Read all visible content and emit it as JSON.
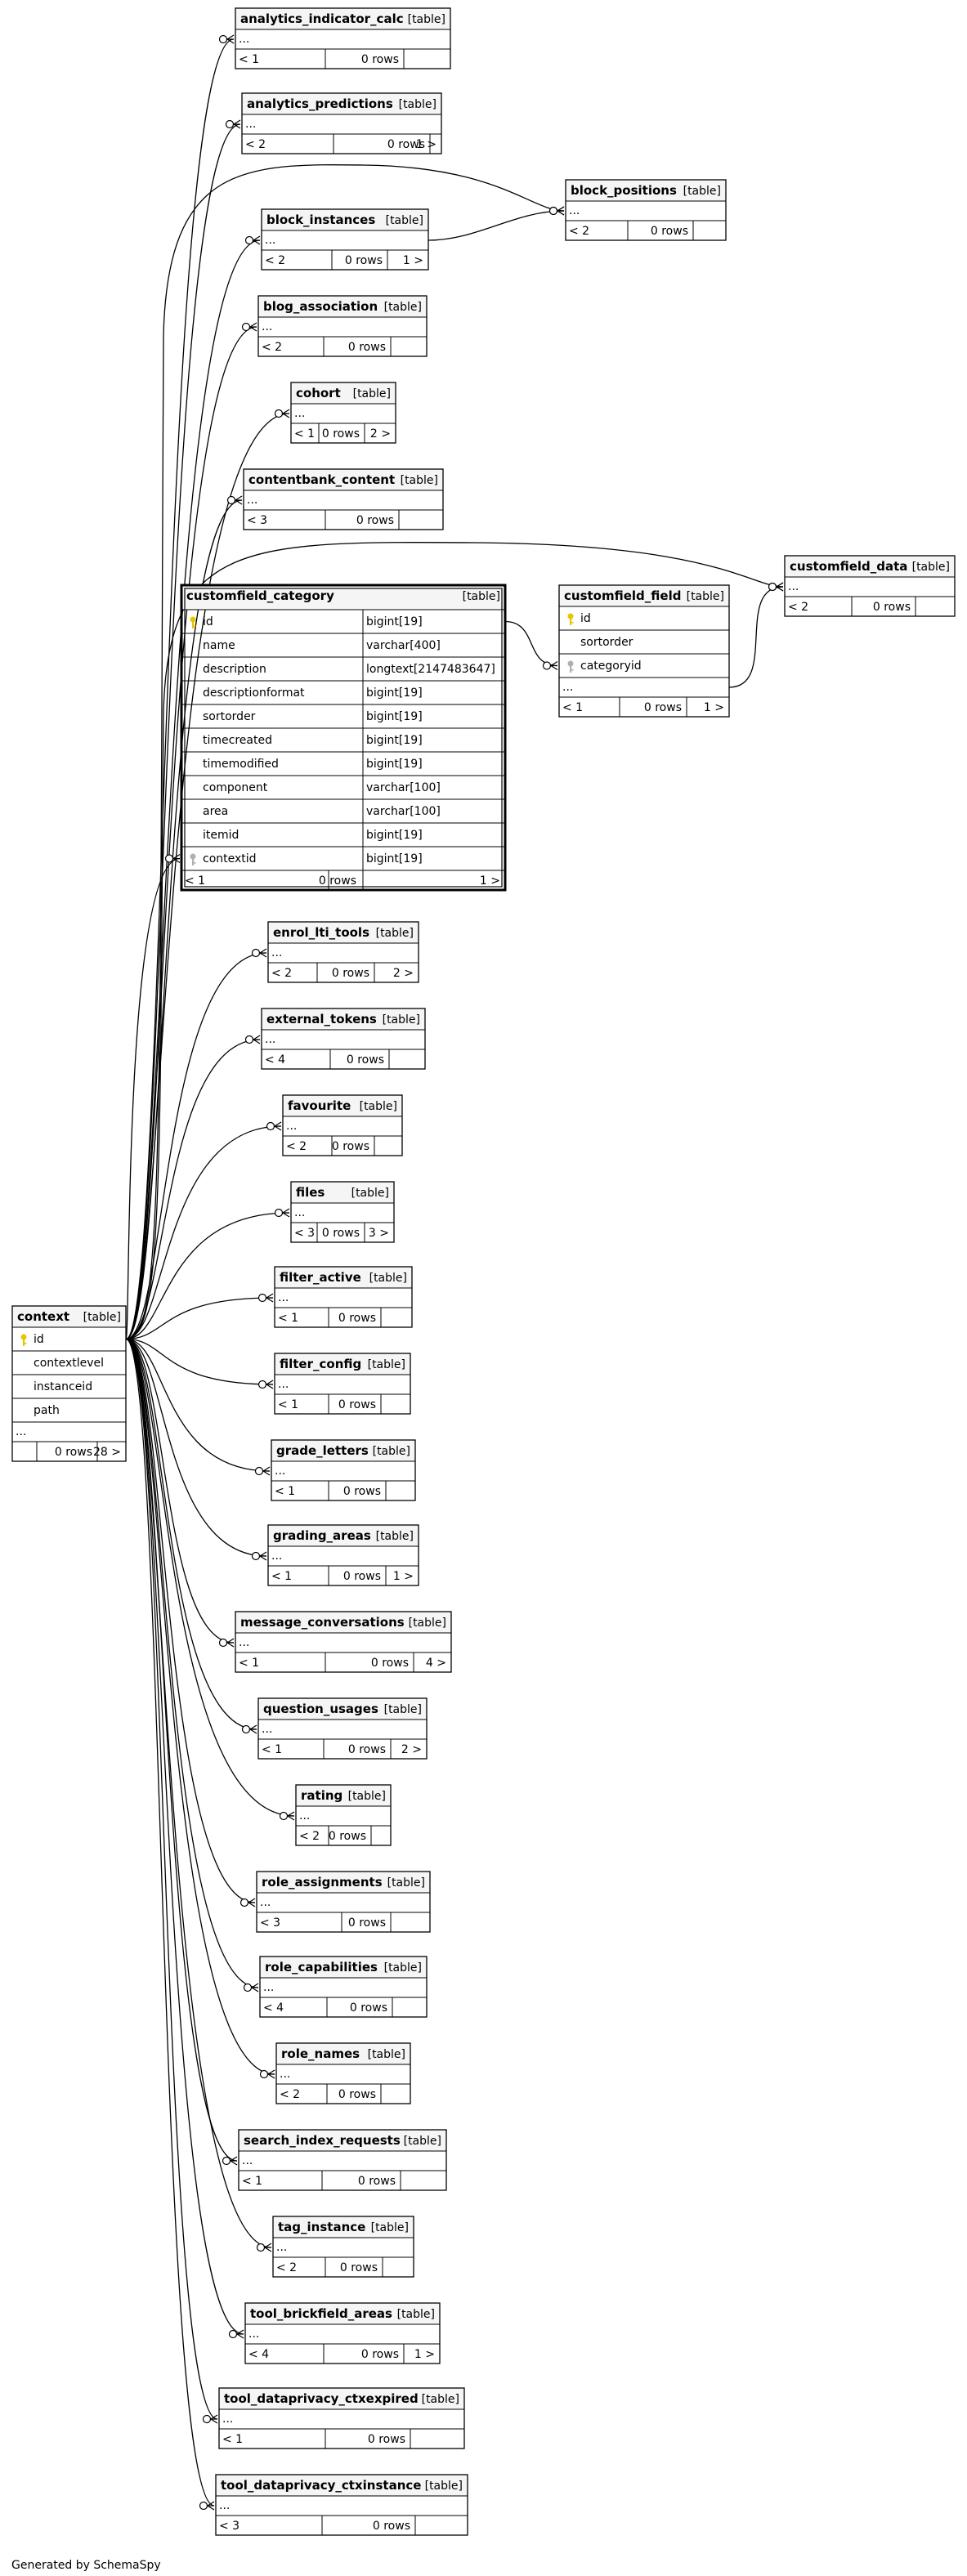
{
  "tables": [
    {
      "id": "context",
      "name": "context",
      "type": "[table]",
      "columns": [
        {
          "name": "id",
          "key": "pk"
        },
        {
          "name": "contextlevel"
        },
        {
          "name": "instanceid"
        },
        {
          "name": "path"
        }
      ],
      "more": "...",
      "footer": [
        "",
        "0 rows",
        "28 >"
      ]
    },
    {
      "id": "analytics_indicator_calc",
      "name": "analytics_indicator_calc",
      "type": "[table]",
      "more": "...",
      "footer": [
        "< 1",
        "0 rows",
        ""
      ]
    },
    {
      "id": "analytics_predictions",
      "name": "analytics_predictions",
      "type": "[table]",
      "more": "...",
      "footer": [
        "< 2",
        "0 rows",
        "1 >"
      ]
    },
    {
      "id": "block_positions",
      "name": "block_positions",
      "type": "[table]",
      "more": "...",
      "footer": [
        "< 2",
        "0 rows",
        ""
      ]
    },
    {
      "id": "block_instances",
      "name": "block_instances",
      "type": "[table]",
      "more": "...",
      "footer": [
        "< 2",
        "0 rows",
        "1 >"
      ]
    },
    {
      "id": "blog_association",
      "name": "blog_association",
      "type": "[table]",
      "more": "...",
      "footer": [
        "< 2",
        "0 rows",
        ""
      ]
    },
    {
      "id": "cohort",
      "name": "cohort",
      "type": "[table]",
      "more": "...",
      "footer": [
        "< 1",
        "0 rows",
        "2 >"
      ]
    },
    {
      "id": "contentbank_content",
      "name": "contentbank_content",
      "type": "[table]",
      "more": "...",
      "footer": [
        "< 3",
        "0 rows",
        ""
      ]
    },
    {
      "id": "customfield_data",
      "name": "customfield_data",
      "type": "[table]",
      "more": "...",
      "footer": [
        "< 2",
        "0 rows",
        ""
      ]
    },
    {
      "id": "customfield_field",
      "name": "customfield_field",
      "type": "[table]",
      "columns": [
        {
          "name": "id",
          "key": "pk"
        },
        {
          "name": "sortorder"
        },
        {
          "name": "categoryid",
          "key": "fk"
        }
      ],
      "more": "...",
      "footer": [
        "< 1",
        "0 rows",
        "1 >"
      ]
    },
    {
      "id": "customfield_category",
      "name": "customfield_category",
      "type": "[table]",
      "columns": [
        {
          "name": "id",
          "dtype": "bigint[19]",
          "key": "pk"
        },
        {
          "name": "name",
          "dtype": "varchar[400]"
        },
        {
          "name": "description",
          "dtype": "longtext[2147483647]"
        },
        {
          "name": "descriptionformat",
          "dtype": "bigint[19]"
        },
        {
          "name": "sortorder",
          "dtype": "bigint[19]"
        },
        {
          "name": "timecreated",
          "dtype": "bigint[19]"
        },
        {
          "name": "timemodified",
          "dtype": "bigint[19]"
        },
        {
          "name": "component",
          "dtype": "varchar[100]"
        },
        {
          "name": "area",
          "dtype": "varchar[100]"
        },
        {
          "name": "itemid",
          "dtype": "bigint[19]"
        },
        {
          "name": "contextid",
          "dtype": "bigint[19]",
          "key": "fk"
        }
      ],
      "footer": [
        "< 1",
        "0 rows",
        "1 >"
      ]
    },
    {
      "id": "enrol_lti_tools",
      "name": "enrol_lti_tools",
      "type": "[table]",
      "more": "...",
      "footer": [
        "< 2",
        "0 rows",
        "2 >"
      ]
    },
    {
      "id": "external_tokens",
      "name": "external_tokens",
      "type": "[table]",
      "more": "...",
      "footer": [
        "< 4",
        "0 rows",
        ""
      ]
    },
    {
      "id": "favourite",
      "name": "favourite",
      "type": "[table]",
      "more": "...",
      "footer": [
        "< 2",
        "0 rows",
        ""
      ]
    },
    {
      "id": "files",
      "name": "files",
      "type": "[table]",
      "more": "...",
      "footer": [
        "< 3",
        "0 rows",
        "3 >"
      ]
    },
    {
      "id": "filter_active",
      "name": "filter_active",
      "type": "[table]",
      "more": "...",
      "footer": [
        "< 1",
        "0 rows",
        ""
      ]
    },
    {
      "id": "filter_config",
      "name": "filter_config",
      "type": "[table]",
      "more": "...",
      "footer": [
        "< 1",
        "0 rows",
        ""
      ]
    },
    {
      "id": "grade_letters",
      "name": "grade_letters",
      "type": "[table]",
      "more": "...",
      "footer": [
        "< 1",
        "0 rows",
        ""
      ]
    },
    {
      "id": "grading_areas",
      "name": "grading_areas",
      "type": "[table]",
      "more": "...",
      "footer": [
        "< 1",
        "0 rows",
        "1 >"
      ]
    },
    {
      "id": "message_conversations",
      "name": "message_conversations",
      "type": "[table]",
      "more": "...",
      "footer": [
        "< 1",
        "0 rows",
        "4 >"
      ]
    },
    {
      "id": "question_usages",
      "name": "question_usages",
      "type": "[table]",
      "more": "...",
      "footer": [
        "< 1",
        "0 rows",
        "2 >"
      ]
    },
    {
      "id": "rating",
      "name": "rating",
      "type": "[table]",
      "more": "...",
      "footer": [
        "< 2",
        "0 rows",
        ""
      ]
    },
    {
      "id": "role_assignments",
      "name": "role_assignments",
      "type": "[table]",
      "more": "...",
      "footer": [
        "< 3",
        "0 rows",
        ""
      ]
    },
    {
      "id": "role_capabilities",
      "name": "role_capabilities",
      "type": "[table]",
      "more": "...",
      "footer": [
        "< 4",
        "0 rows",
        ""
      ]
    },
    {
      "id": "role_names",
      "name": "role_names",
      "type": "[table]",
      "more": "...",
      "footer": [
        "< 2",
        "0 rows",
        ""
      ]
    },
    {
      "id": "search_index_requests",
      "name": "search_index_requests",
      "type": "[table]",
      "more": "...",
      "footer": [
        "< 1",
        "0 rows",
        ""
      ]
    },
    {
      "id": "tag_instance",
      "name": "tag_instance",
      "type": "[table]",
      "more": "...",
      "footer": [
        "< 2",
        "0 rows",
        ""
      ]
    },
    {
      "id": "tool_brickfield_areas",
      "name": "tool_brickfield_areas",
      "type": "[table]",
      "more": "...",
      "footer": [
        "< 4",
        "0 rows",
        "1 >"
      ]
    },
    {
      "id": "tool_dataprivacy_ctxexpired",
      "name": "tool_dataprivacy_ctxexpired",
      "type": "[table]",
      "more": "...",
      "footer": [
        "< 1",
        "0 rows",
        ""
      ]
    },
    {
      "id": "tool_dataprivacy_ctxinstance",
      "name": "tool_dataprivacy_ctxinstance",
      "type": "[table]",
      "more": "...",
      "footer": [
        "< 3",
        "0 rows",
        ""
      ]
    }
  ],
  "relationships": [
    {
      "from": "context",
      "to": "analytics_indicator_calc"
    },
    {
      "from": "context",
      "to": "analytics_predictions"
    },
    {
      "from": "context",
      "to": "block_positions"
    },
    {
      "from": "block_instances",
      "to": "block_positions"
    },
    {
      "from": "context",
      "to": "block_instances"
    },
    {
      "from": "context",
      "to": "blog_association"
    },
    {
      "from": "context",
      "to": "cohort"
    },
    {
      "from": "context",
      "to": "contentbank_content"
    },
    {
      "from": "context",
      "to": "customfield_data"
    },
    {
      "from": "customfield_field",
      "to": "customfield_data"
    },
    {
      "from": "customfield_category",
      "to": "customfield_field"
    },
    {
      "from": "context",
      "to": "customfield_category"
    },
    {
      "from": "context",
      "to": "enrol_lti_tools"
    },
    {
      "from": "context",
      "to": "external_tokens"
    },
    {
      "from": "context",
      "to": "favourite"
    },
    {
      "from": "context",
      "to": "files"
    },
    {
      "from": "context",
      "to": "filter_active"
    },
    {
      "from": "context",
      "to": "filter_config"
    },
    {
      "from": "context",
      "to": "grade_letters"
    },
    {
      "from": "context",
      "to": "grading_areas"
    },
    {
      "from": "context",
      "to": "message_conversations"
    },
    {
      "from": "context",
      "to": "question_usages"
    },
    {
      "from": "context",
      "to": "rating"
    },
    {
      "from": "context",
      "to": "role_assignments"
    },
    {
      "from": "context",
      "to": "role_capabilities"
    },
    {
      "from": "context",
      "to": "role_names"
    },
    {
      "from": "context",
      "to": "search_index_requests"
    },
    {
      "from": "context",
      "to": "tag_instance"
    },
    {
      "from": "context",
      "to": "tool_brickfield_areas"
    },
    {
      "from": "context",
      "to": "tool_dataprivacy_ctxexpired"
    },
    {
      "from": "context",
      "to": "tool_dataprivacy_ctxinstance"
    }
  ],
  "footer_text": "Generated by SchemaSpy"
}
